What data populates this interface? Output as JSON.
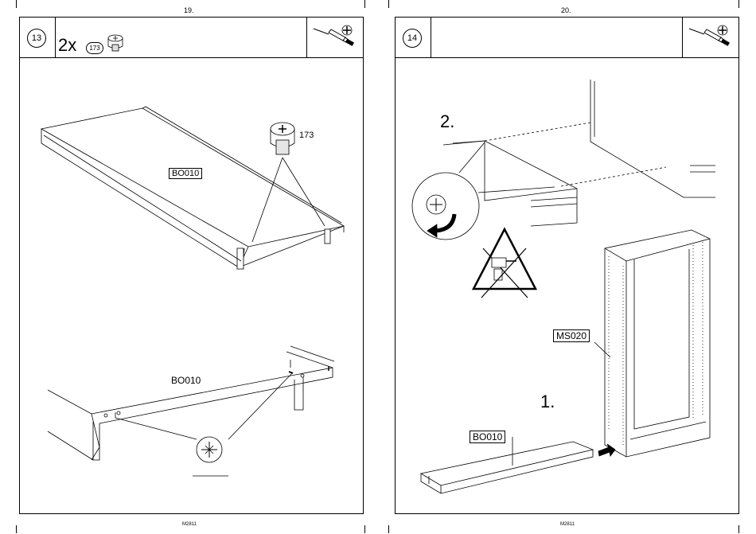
{
  "left_page": {
    "page_number": "19.",
    "step": "13",
    "quantity": "2x",
    "part_number": "173",
    "callout_part": "173",
    "shelf_label_top": "BO010",
    "shelf_label_bottom": "BO010",
    "footer": "M2811"
  },
  "right_page": {
    "page_number": "20.",
    "step": "14",
    "step_a": "2.",
    "step_b": "1.",
    "side_label": "MS020",
    "shelf_label": "BO010",
    "footer": "M2811"
  },
  "icons": [
    "screwdriver-icon",
    "phillips-head-icon",
    "cam-lock-icon",
    "no-power-drill-icon"
  ]
}
